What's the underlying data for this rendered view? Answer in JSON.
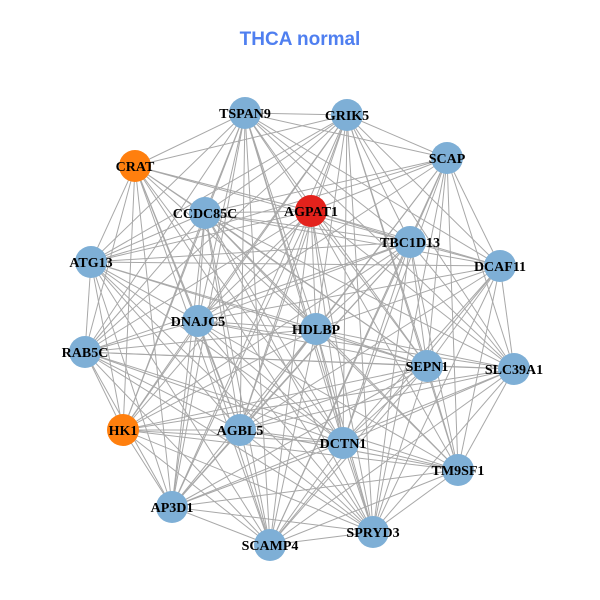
{
  "title": "THCA normal",
  "colors": {
    "default": "#7eafd6",
    "orange": "#ff7f0e",
    "red": "#e3221c",
    "edge": "#a8a8a8"
  },
  "nodes": [
    {
      "id": "TSPAN9",
      "color": "default"
    },
    {
      "id": "GRIK5",
      "color": "default"
    },
    {
      "id": "SCAP",
      "color": "default"
    },
    {
      "id": "CRAT",
      "color": "orange"
    },
    {
      "id": "AGPAT1",
      "color": "red"
    },
    {
      "id": "CCDC85C",
      "color": "default"
    },
    {
      "id": "TBC1D13",
      "color": "default"
    },
    {
      "id": "DCAF11",
      "color": "default"
    },
    {
      "id": "ATG13",
      "color": "default"
    },
    {
      "id": "DNAJC5",
      "color": "default"
    },
    {
      "id": "HDLBP",
      "color": "default"
    },
    {
      "id": "RAB5C",
      "color": "default"
    },
    {
      "id": "SEPN1",
      "color": "default"
    },
    {
      "id": "SLC39A1",
      "color": "default"
    },
    {
      "id": "HK1",
      "color": "orange"
    },
    {
      "id": "AGBL5",
      "color": "default"
    },
    {
      "id": "DCTN1",
      "color": "default"
    },
    {
      "id": "TM9SF1",
      "color": "default"
    },
    {
      "id": "AP3D1",
      "color": "default"
    },
    {
      "id": "SCAMP4",
      "color": "default"
    },
    {
      "id": "SPRYD3",
      "color": "default"
    }
  ],
  "edges_missing": [
    [
      "CRAT",
      "SCAP"
    ],
    [
      "CRAT",
      "DCAF11"
    ],
    [
      "CRAT",
      "SLC39A1"
    ],
    [
      "CRAT",
      "TM9SF1"
    ],
    [
      "HK1",
      "SCAP"
    ],
    [
      "HK1",
      "DCAF11"
    ],
    [
      "ATG13",
      "SLC39A1"
    ],
    [
      "RAB5C",
      "SCAP"
    ],
    [
      "AP3D1",
      "SCAP"
    ],
    [
      "SCAMP4",
      "GRIK5"
    ],
    [
      "TSPAN9",
      "TM9SF1"
    ],
    [
      "ATG13",
      "TM9SF1"
    ],
    [
      "RAB5C",
      "DCAF11"
    ],
    [
      "AP3D1",
      "DCAF11"
    ]
  ]
}
